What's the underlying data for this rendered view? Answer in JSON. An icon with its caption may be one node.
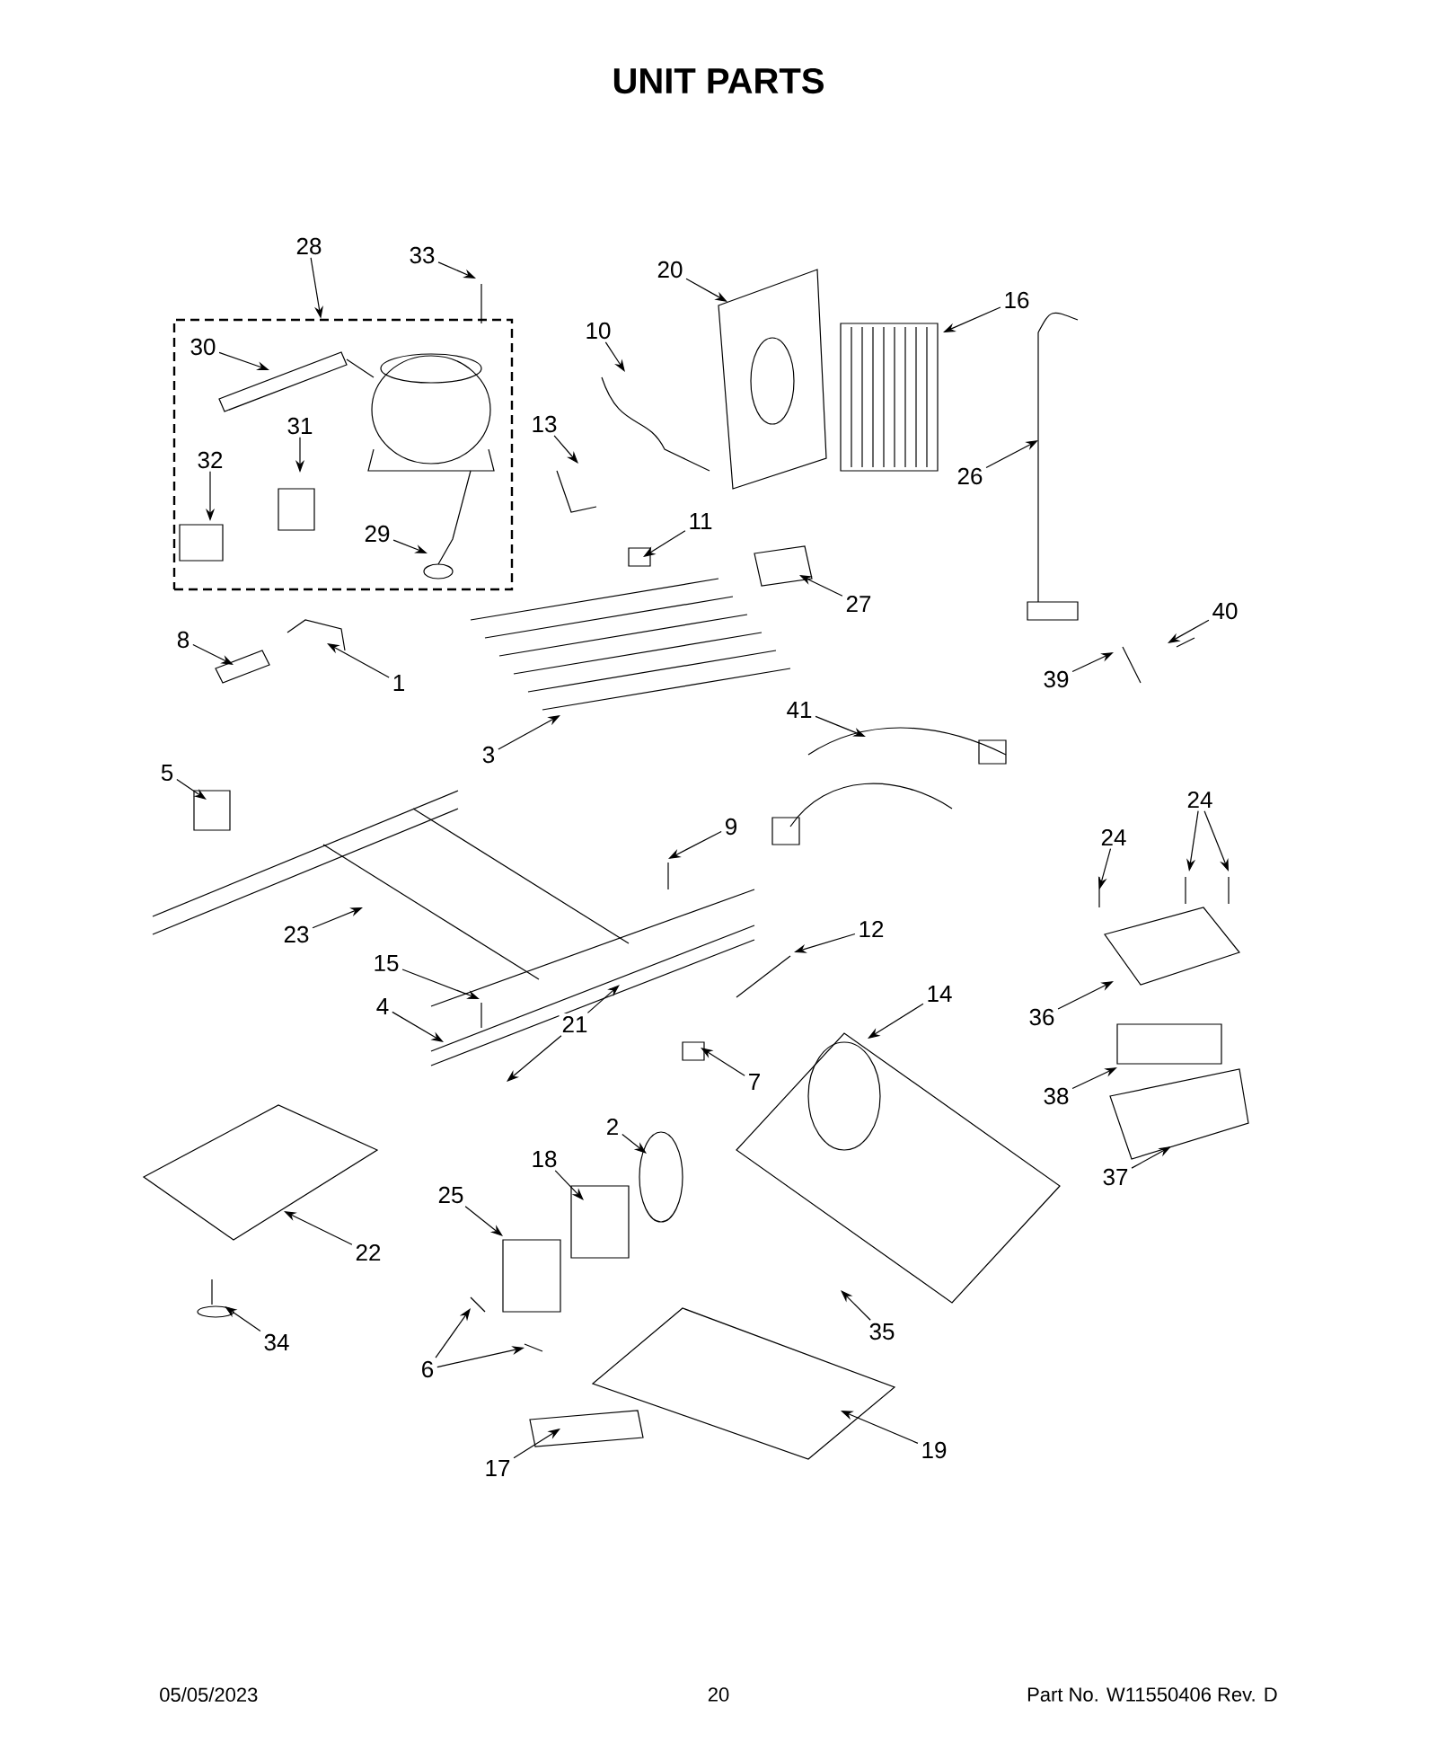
{
  "diagram": {
    "title": "UNIT PARTS",
    "nodes": [
      {
        "text": [],
        "shape": "box"
      },
      {
        "text": [
          "28"
        ]
      },
      {
        "text": [
          "33"
        ]
      },
      {
        "text": [
          "20"
        ]
      },
      {
        "text": [
          "16"
        ]
      },
      {
        "text": [
          "10"
        ]
      },
      {
        "text": [
          "30"
        ],
        "in": 0
      },
      {
        "text": [
          "13"
        ]
      },
      {
        "text": [
          "31"
        ],
        "in": 0
      },
      {
        "text": [
          "32"
        ],
        "in": 0
      },
      {
        "text": [
          "26"
        ]
      },
      {
        "text": [
          "11"
        ]
      },
      {
        "text": [
          "29"
        ],
        "in": 0
      },
      {
        "text": [
          "27"
        ]
      },
      {
        "text": [
          "40"
        ]
      },
      {
        "text": [
          "8"
        ]
      },
      {
        "text": [
          "39"
        ]
      },
      {
        "text": [
          "1"
        ]
      },
      {
        "text": [
          "41"
        ]
      },
      {
        "text": [
          "3"
        ]
      },
      {
        "text": [
          "5"
        ]
      },
      {
        "text": [
          "24"
        ]
      },
      {
        "text": [
          "9"
        ]
      },
      {
        "text": [
          "24"
        ]
      },
      {
        "text": [
          "12"
        ]
      },
      {
        "text": [
          "23"
        ]
      },
      {
        "text": [
          "15"
        ]
      },
      {
        "text": [
          "14"
        ]
      },
      {
        "text": [
          "4"
        ]
      },
      {
        "text": [
          "36"
        ]
      },
      {
        "text": [
          "21"
        ]
      },
      {
        "text": [
          "7"
        ]
      },
      {
        "text": [
          "38"
        ]
      },
      {
        "text": [
          "2"
        ]
      },
      {
        "text": [
          "18"
        ]
      },
      {
        "text": [
          "37"
        ]
      },
      {
        "text": [
          "25"
        ]
      },
      {
        "text": [
          "22"
        ]
      },
      {
        "text": [
          "35"
        ]
      },
      {
        "text": [
          "34"
        ]
      },
      {
        "text": [
          "6"
        ]
      },
      {
        "text": [
          "19"
        ]
      },
      {
        "text": [
          "17"
        ]
      }
    ],
    "edges": [
      {
        "from": 1,
        "to": 0,
        "arrow": "to"
      },
      {
        "from": 2,
        "to": null,
        "arrow": "to"
      },
      {
        "from": 3,
        "to": null,
        "arrow": "to"
      },
      {
        "from": 4,
        "to": null,
        "arrow": "to"
      },
      {
        "from": 5,
        "to": null,
        "arrow": "to"
      },
      {
        "from": 6,
        "to": null,
        "arrow": "to"
      },
      {
        "from": 7,
        "to": null,
        "arrow": "to"
      },
      {
        "from": 8,
        "to": null,
        "arrow": "to"
      },
      {
        "from": 9,
        "to": null,
        "arrow": "to"
      },
      {
        "from": 10,
        "to": null,
        "arrow": "to"
      },
      {
        "from": 11,
        "to": null,
        "arrow": "to"
      },
      {
        "from": 12,
        "to": null,
        "arrow": "to"
      },
      {
        "from": 13,
        "to": null,
        "arrow": "to"
      },
      {
        "from": 14,
        "to": null,
        "arrow": "to"
      },
      {
        "from": 15,
        "to": null,
        "arrow": "to"
      },
      {
        "from": 16,
        "to": null,
        "arrow": "to"
      },
      {
        "from": 17,
        "to": null,
        "arrow": "to"
      },
      {
        "from": 18,
        "to": null,
        "arrow": "to"
      },
      {
        "from": 19,
        "to": null,
        "arrow": "to"
      },
      {
        "from": 20,
        "to": null,
        "arrow": "to"
      },
      {
        "from": 21,
        "to": null,
        "arrow": "to"
      },
      {
        "from": 21,
        "to": null,
        "arrow": "to"
      },
      {
        "from": 22,
        "to": null,
        "arrow": "to"
      },
      {
        "from": 23,
        "to": null,
        "arrow": "to"
      },
      {
        "from": 24,
        "to": null,
        "arrow": "to"
      },
      {
        "from": 25,
        "to": null,
        "arrow": "to"
      },
      {
        "from": 26,
        "to": null,
        "arrow": "to"
      },
      {
        "from": 27,
        "to": null,
        "arrow": "to"
      },
      {
        "from": 28,
        "to": null,
        "arrow": "to"
      },
      {
        "from": 29,
        "to": null,
        "arrow": "to"
      },
      {
        "from": 30,
        "to": null,
        "arrow": "to"
      },
      {
        "from": 30,
        "to": null,
        "arrow": "to"
      },
      {
        "from": 31,
        "to": null,
        "arrow": "to"
      },
      {
        "from": 32,
        "to": null,
        "arrow": "to"
      },
      {
        "from": 33,
        "to": null,
        "arrow": "to"
      },
      {
        "from": 34,
        "to": null,
        "arrow": "to"
      },
      {
        "from": 35,
        "to": null,
        "arrow": "to"
      },
      {
        "from": 36,
        "to": null,
        "arrow": "to"
      },
      {
        "from": 37,
        "to": null,
        "arrow": "to"
      },
      {
        "from": 38,
        "to": null,
        "arrow": "to"
      },
      {
        "from": 39,
        "to": null,
        "arrow": "to"
      },
      {
        "from": 40,
        "to": null,
        "arrow": "to"
      },
      {
        "from": 40,
        "to": null,
        "arrow": "to"
      },
      {
        "from": 41,
        "to": null,
        "arrow": "to"
      },
      {
        "from": 42,
        "to": null,
        "arrow": "to"
      }
    ],
    "labels": [
      "05/05/2023",
      "20",
      "Part No. W11550406 Rev. D"
    ]
  }
}
